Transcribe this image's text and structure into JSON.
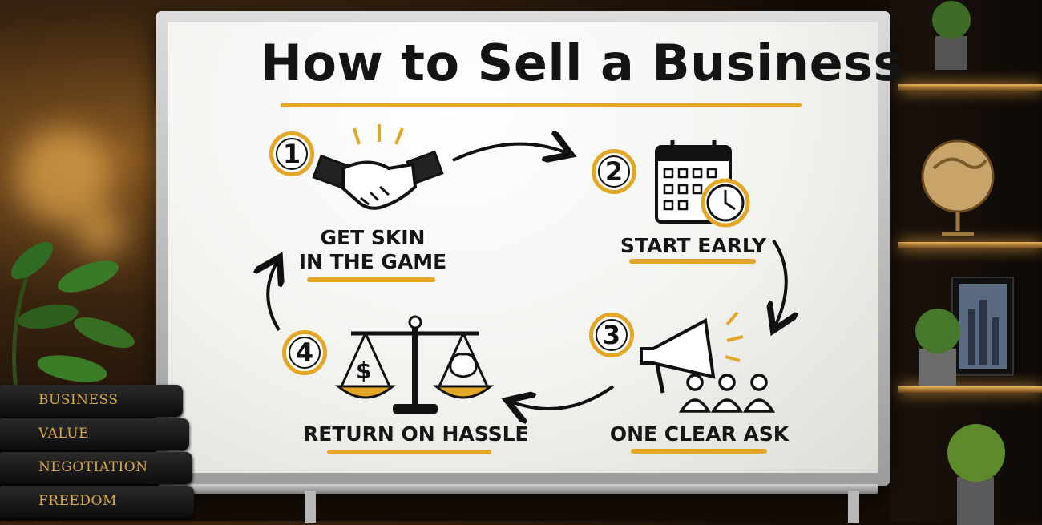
{
  "board": {
    "title": "How to Sell a Business",
    "steps": [
      {
        "number": "1",
        "label_line1": "GET SKIN",
        "label_line2": "IN THE GAME",
        "icon": "handshake-icon"
      },
      {
        "number": "2",
        "label_line1": "START EARLY",
        "icon": "calendar-clock-icon"
      },
      {
        "number": "3",
        "label_line1": "ONE CLEAR ASK",
        "icon": "megaphone-audience-icon"
      },
      {
        "number": "4",
        "label_line1": "RETURN ON HASSLE",
        "icon": "balance-scale-icon"
      }
    ],
    "scale_symbol": "$"
  },
  "books": [
    "BUSINESS",
    "VALUE",
    "NEGOTIATION",
    "FREEDOM"
  ],
  "colors": {
    "accent": "#e3a625",
    "ink": "#141414",
    "board": "#f4f4f1"
  }
}
